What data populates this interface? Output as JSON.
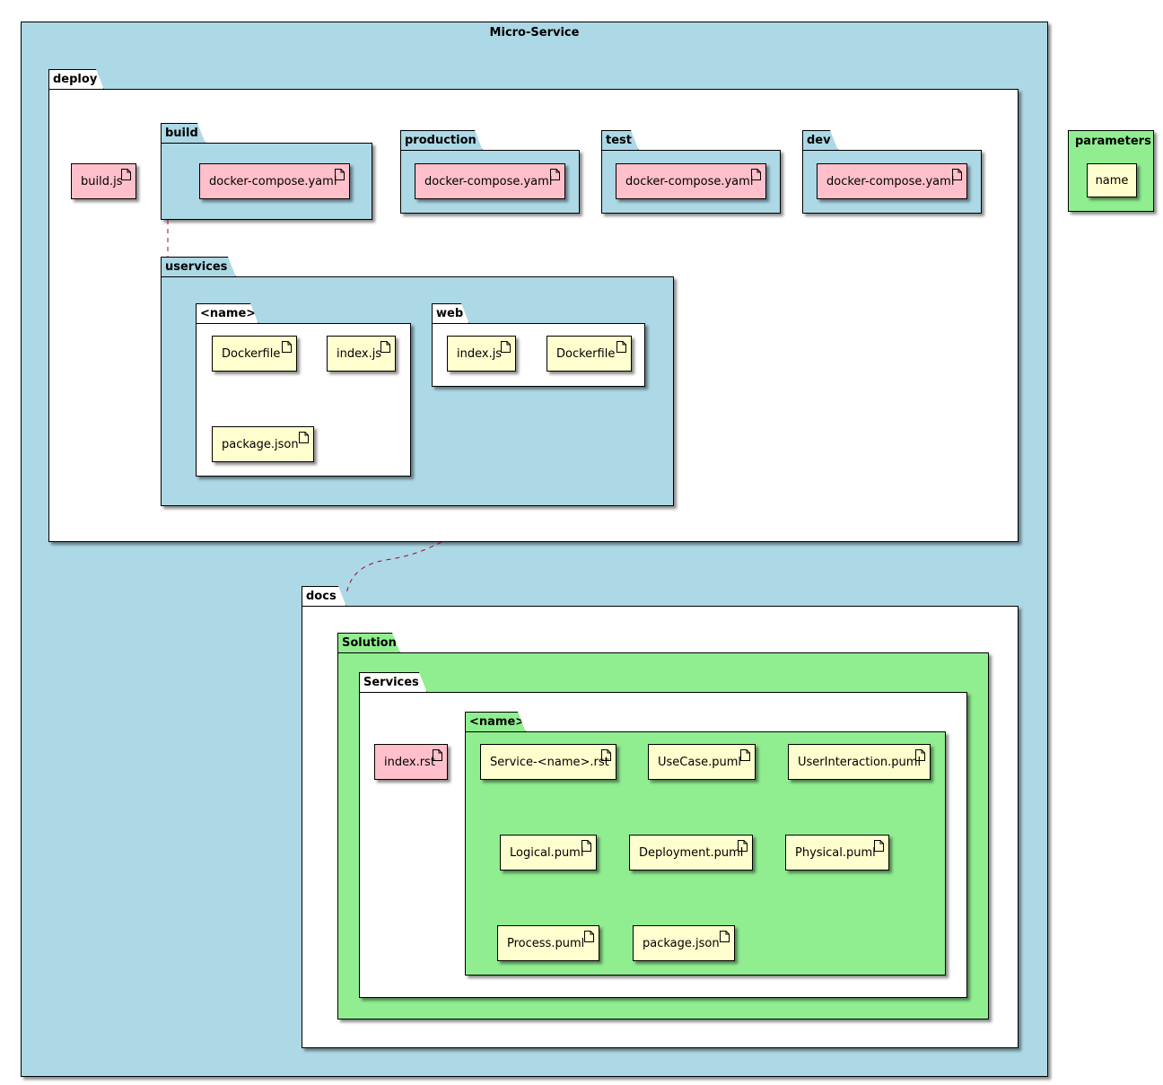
{
  "micro_service": {
    "title": "Micro-Service"
  },
  "parameters": {
    "title": "parameters",
    "item": "name"
  },
  "deploy": {
    "label": "deploy",
    "build_js": "build.js",
    "build": {
      "label": "build",
      "file": "docker-compose.yaml"
    },
    "production": {
      "label": "production",
      "file": "docker-compose.yaml"
    },
    "test": {
      "label": "test",
      "file": "docker-compose.yaml"
    },
    "dev": {
      "label": "dev",
      "file": "docker-compose.yaml"
    },
    "uservices": {
      "label": "uservices",
      "name_pkg": {
        "label": "<name>",
        "files": [
          "Dockerfile",
          "index.js",
          "package.json"
        ]
      },
      "web": {
        "label": "web",
        "files": [
          "index.js",
          "Dockerfile"
        ]
      }
    }
  },
  "docs": {
    "label": "docs",
    "solution": {
      "label": "Solution",
      "services": {
        "label": "Services",
        "index_rst": "index.rst",
        "name_pkg": {
          "label": "<name>",
          "files": [
            "Service-<name>.rst",
            "UseCase.puml",
            "UserInteraction.puml",
            "Logical.puml",
            "Deployment.puml",
            "Physical.puml",
            "Process.puml",
            "package.json"
          ]
        }
      }
    }
  },
  "colors": {
    "blue": "#add8e6",
    "green": "#90ee90",
    "pink": "#ffc0cb",
    "yellow": "#fefece",
    "link": "#a80036"
  }
}
